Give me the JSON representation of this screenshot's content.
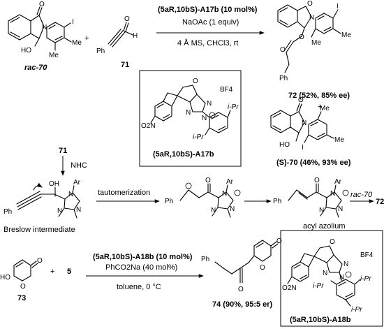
{
  "scheme1": {
    "substrate_label": "rac-70",
    "substrate_atoms": {
      "o": "O",
      "n": "N",
      "i": "I",
      "oh": "HO",
      "me": "Me"
    },
    "reagent_atoms": {
      "ph": "Ph",
      "o": "O",
      "h": "H"
    },
    "reagent_number": "71",
    "plus": "+",
    "conditions_catalyst": "(5aR,10bS)-A17b (10 mol%)",
    "conditions_base": "NaOAc (1 equiv)",
    "conditions_solvent": "4 Å MS, CHCl3, rt",
    "catalyst_label": "(5aR,10bS)-A17b",
    "catalyst_atoms": {
      "o": "O",
      "n": "N",
      "bf4": "BF4",
      "no2": "O2N",
      "ipr": "i-Pr"
    },
    "product_label": "72 (52%, 85% ee)",
    "product_atoms": {
      "o": "O",
      "n": "N",
      "i": "I",
      "me": "Me",
      "ph": "Ph"
    },
    "plus2": "+",
    "recovered_label": "(S)-70 (46%, 93% ee)",
    "recovered_atoms": {
      "o": "O",
      "n": "N",
      "i": "I",
      "ho": "HO",
      "me": "Me"
    }
  },
  "scheme2": {
    "start": "71",
    "nhc": "NHC",
    "breslow_label": "Breslow intermediate",
    "breslow_atoms": {
      "oh": "OH",
      "ar": "Ar",
      "n": "N",
      "ph": "Ph"
    },
    "tautomerization": "tautomerization",
    "enolate_atoms": {
      "o": "O",
      "ar": "Ar",
      "n": "N",
      "ph": "Ph"
    },
    "acyl_label": "acyl azolium",
    "acyl_atoms": {
      "o": "O",
      "ar": "Ar",
      "n": "N",
      "ph": "Ph"
    },
    "reactant": "rac-70",
    "product": "72"
  },
  "scheme3": {
    "substrate_label": "73",
    "substrate_atoms": {
      "ho": "HO",
      "o": "O"
    },
    "plus": "+",
    "reagent": "5",
    "conditions_catalyst": "(5aR,10bS)-A18b (10 mol%)",
    "conditions_additive": "PhCO2Na (40 mol%)",
    "conditions_solvent": "toluene, 0 °C",
    "product_label": "74 (90%, 95:5 er)",
    "product_atoms": {
      "ph": "Ph",
      "o": "O"
    },
    "catalyst_label": "(5aR,10bS)-A18b",
    "catalyst_atoms": {
      "o": "O",
      "n": "N",
      "bf4": "BF4",
      "no2": "O2N",
      "ipr": "i-Pr"
    }
  }
}
